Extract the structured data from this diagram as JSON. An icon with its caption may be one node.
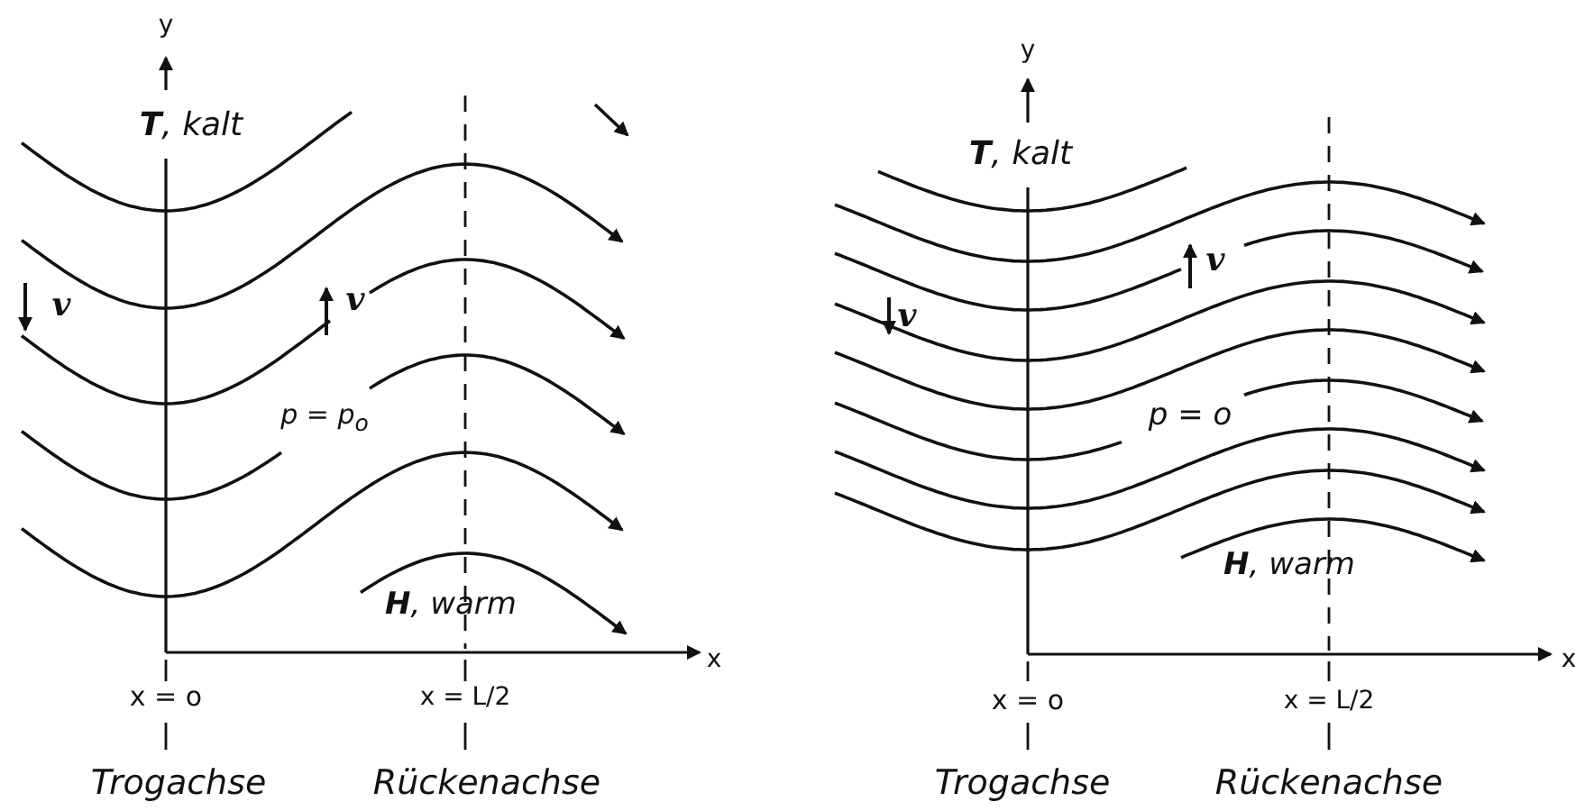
{
  "diagram": {
    "labels": [
      "y",
      "**T**, kalt",
      "v",
      "v",
      "p = p$_{o}$",
      "**H**, warm",
      "x",
      "x = o",
      "x = L/2",
      "Trogachse",
      "Rückenachse",
      "y",
      "**T**, kalt",
      "v",
      "v",
      "p = o",
      "**H**, warm",
      "x",
      "x = o",
      "x = L/2",
      "Trogachse",
      "Rückenachse"
    ]
  }
}
